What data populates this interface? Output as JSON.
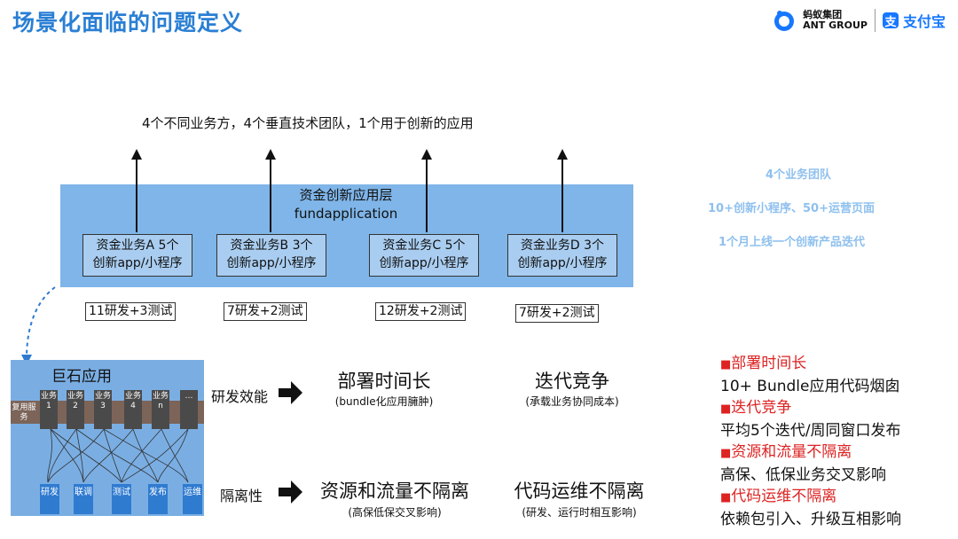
{
  "title": "场景化面临的问题定义",
  "logos": {
    "ant_cn": "蚂蚁集团",
    "ant_en": "ANT GROUP",
    "alipay": "支付宝",
    "alipay_mark": "支"
  },
  "top_caption": "4个不同业务方，4个垂直技术团队，1个用于创新的应用",
  "fund_layer": {
    "name_cn": "资金创新应用层",
    "name_en": "fundapplication"
  },
  "businesses": [
    {
      "line1": "资金业务A 5个",
      "line2": "创新app/小程序",
      "team": "11研发+3测试"
    },
    {
      "line1": "资金业务B 3个",
      "line2": "创新app/小程序",
      "team": "7研发+2测试"
    },
    {
      "line1": "资金业务C 5个",
      "line2": "创新app/小程序",
      "team": "12研发+2测试"
    },
    {
      "line1": "资金业务D 3个",
      "line2": "创新app/小程序",
      "team": "7研发+2测试"
    }
  ],
  "side_notes": [
    "4个业务团队",
    "10+创新小程序、50+运营页面",
    "1个月上线一个创新产品迭代"
  ],
  "monolith": {
    "title": "巨石应用",
    "reuse_label": "复用服务",
    "modules": [
      {
        "text": "业务1"
      },
      {
        "text": "业务2"
      },
      {
        "text": "业务3"
      },
      {
        "text": "业务4"
      },
      {
        "text": "业务n"
      },
      {
        "text": "…"
      }
    ],
    "bottom": [
      {
        "text": "研发"
      },
      {
        "text": "联调"
      },
      {
        "text": "测试"
      },
      {
        "text": "发布"
      },
      {
        "text": "运维"
      }
    ]
  },
  "rows": [
    {
      "label": "研发效能",
      "impact1": "部署时间长",
      "impact1_sub": "(bundle化应用臃肿)",
      "impact2": "迭代竞争",
      "impact2_sub": "(承载业务协同成本)"
    },
    {
      "label": "隔离性",
      "impact1": "资源和流量不隔离",
      "impact1_sub": "(高保低保交叉影响)",
      "impact2": "代码运维不隔离",
      "impact2_sub": "(研发、运行时相互影响)"
    }
  ],
  "right_list": [
    {
      "head": "部署时间长",
      "body": "10+ Bundle应用代码烟囱"
    },
    {
      "head": "迭代竞争",
      "body": "平均5个迭代/周同窗口发布"
    },
    {
      "head": "资源和流量不隔离",
      "body": "高保、低保业务交叉影响"
    },
    {
      "head": "代码运维不隔离",
      "body": "依赖包引入、升级互相影响"
    }
  ],
  "colors": {
    "title": "#2a7fd4",
    "band": "#7fb5e8",
    "box": "#a9cdf0",
    "red": "#dd2222",
    "light_blue": "#8fc0ee"
  },
  "icons": [
    "ant-group-logo-icon",
    "alipay-logo-icon",
    "up-arrow-icon",
    "right-arrow-icon",
    "dashed-curve-arrow-icon"
  ]
}
